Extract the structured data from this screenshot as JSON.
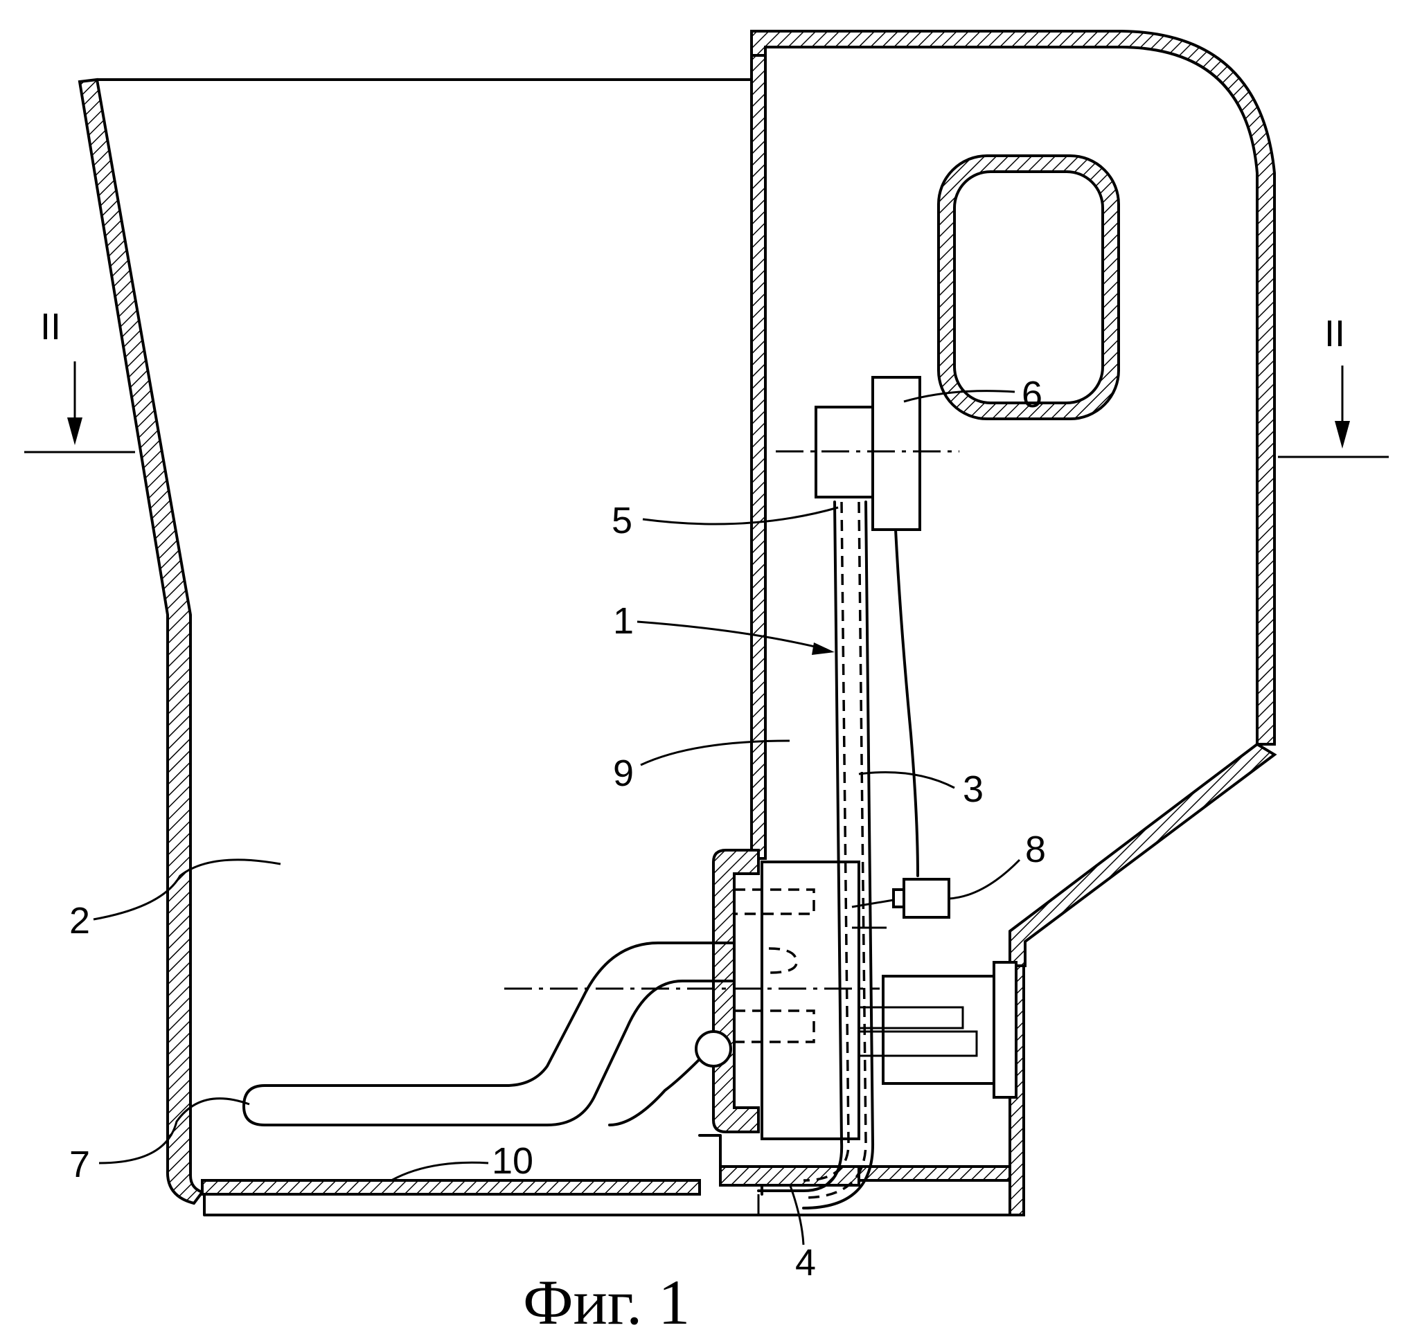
{
  "caption": "Фиг. 1",
  "section_marks": {
    "left": "II",
    "right": "II"
  },
  "labels": {
    "l1": "1",
    "l2": "2",
    "l3": "3",
    "l4": "4",
    "l5": "5",
    "l6": "6",
    "l7": "7",
    "l8": "8",
    "l9": "9",
    "l10": "10"
  },
  "colors": {
    "ink": "#000000",
    "paper": "#ffffff"
  }
}
